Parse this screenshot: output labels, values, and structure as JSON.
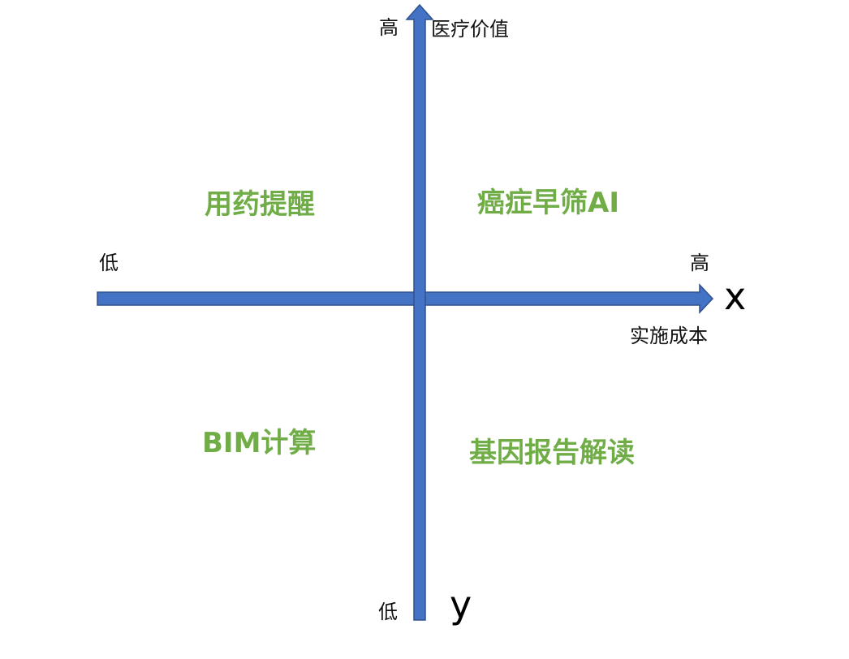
{
  "colors": {
    "axis_fill": "#4472C4",
    "axis_stroke": "#2F528F",
    "quadrant_text": "#70AD47"
  },
  "x_axis": {
    "letter": "x",
    "low_label": "低",
    "high_label": "高",
    "name": "实施成本"
  },
  "y_axis": {
    "letter": "y",
    "high_label": "高",
    "low_label": "低",
    "name": "医疗价值"
  },
  "quadrants": {
    "top_left": "用药提醒",
    "top_right": "癌症早筛AI",
    "bottom_left": "BIM计算",
    "bottom_right": "基因报告解读"
  }
}
